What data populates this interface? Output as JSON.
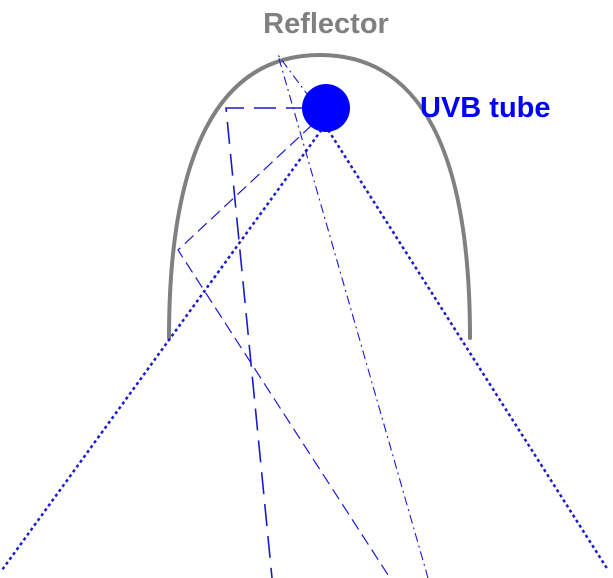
{
  "labels": {
    "reflector": "Reflector",
    "uvb_tube": "UVB tube"
  },
  "colors": {
    "reflector": "#808080",
    "tube": "#0000ff",
    "rays": "#1a1acc",
    "background": "#ffffff"
  },
  "icons": {
    "tube": "filled-circle",
    "reflector": "parabolic-arc"
  }
}
